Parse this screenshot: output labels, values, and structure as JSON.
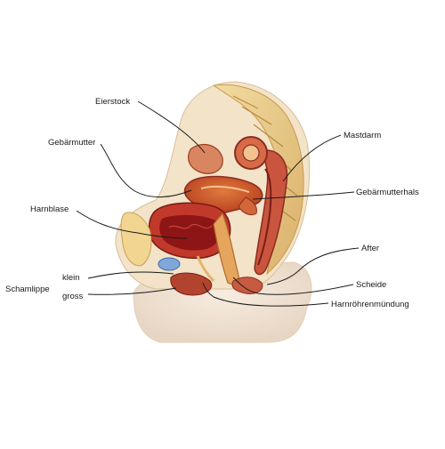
{
  "labels": {
    "eierstock": "Eierstock",
    "gebaermutter": "Gebärmutter",
    "harnblase": "Harnblase",
    "schamlippe": "Schamlippe",
    "klein": "klein",
    "gross": "gross",
    "mastdarm": "Mastdarm",
    "gebaermutterhals": "Gebärmutterhals",
    "after": "After",
    "scheide": "Scheide",
    "harnroehrenmuendung": "Harnröhrenmündung"
  },
  "colors": {
    "background": "#ffffff",
    "leader_line": "#1a1a1a",
    "skin": "#f1e4d6",
    "bone": "#e9c98a",
    "muscle": "#b8483a",
    "uterus": "#c8552f",
    "bladder_lining": "#9e1a1a",
    "fat": "#f4dca0"
  }
}
